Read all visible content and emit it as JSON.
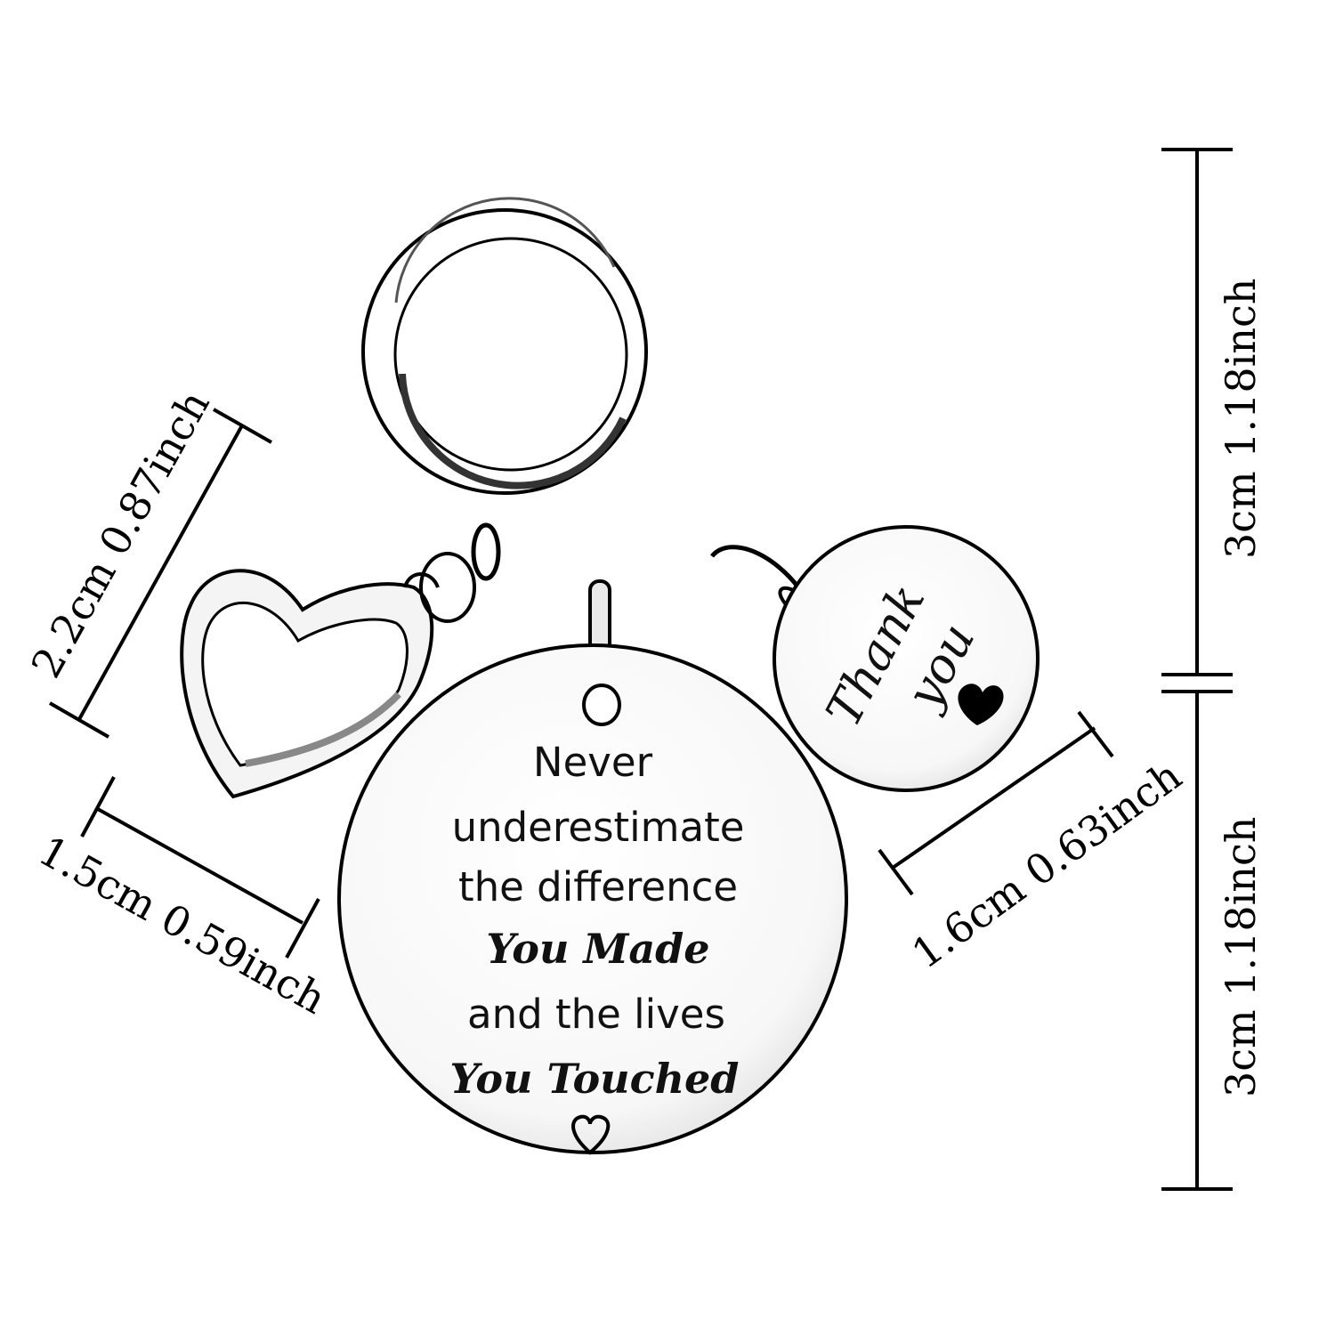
{
  "main_tag": {
    "lines": [
      "Never",
      "underestimate",
      "the difference",
      "You Made",
      "and the lives",
      "You Touched"
    ]
  },
  "small_tag": {
    "line1": "Thank",
    "line2": "you"
  },
  "dimensions": {
    "heart_diagonal": "2.2cm 0.87inch",
    "heart_bottom": "1.5cm 0.59inch",
    "small_tag": "1.6cm 0.63inch",
    "ring_height": "3cm 1.18inch",
    "main_tag_height": "3cm 1.18inch"
  }
}
